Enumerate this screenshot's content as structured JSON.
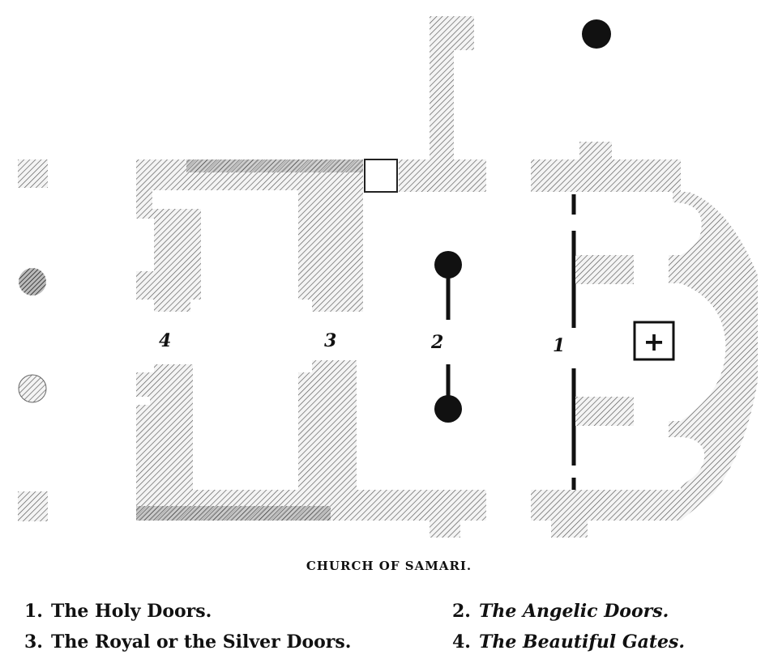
{
  "diagram": {
    "door_numbers": [
      "4",
      "3",
      "2",
      "1"
    ],
    "caption": "CHURCH OF SAMARI.",
    "legend": [
      {
        "num": "1.",
        "label": "The Holy Doors."
      },
      {
        "num": "2.",
        "label": "The Angelic Doors."
      },
      {
        "num": "3.",
        "label": "The Royal or the Silver Doors."
      },
      {
        "num": "4.",
        "label": "The Beautiful Gates."
      }
    ],
    "colors": {
      "ink": "#111111",
      "paper": "#ffffff"
    }
  }
}
